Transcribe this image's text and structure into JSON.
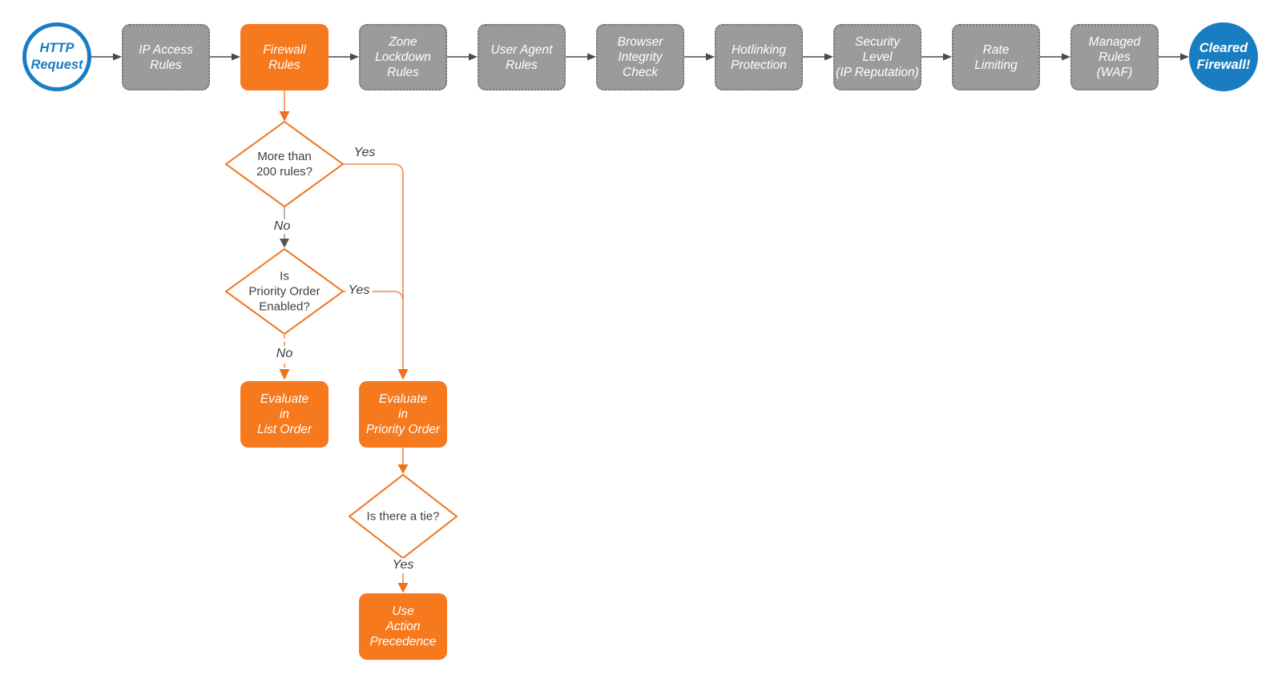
{
  "palette": {
    "orange_fill": "#F6791E",
    "orange_stroke": "#F1701B",
    "orange_line": "#F4884B",
    "gray_box": "#9B9B9B",
    "blue": "#187DC1",
    "arrow_gray": "#4A4A4A",
    "text_dark": "#3E3E3E"
  },
  "pipeline": {
    "start_label": "HTTP\nRequest",
    "stages": [
      {
        "label": "IP Access\nRules"
      },
      {
        "label": "Firewall\nRules"
      },
      {
        "label": "Zone\nLockdown\nRules"
      },
      {
        "label": "User Agent\nRules"
      },
      {
        "label": "Browser\nIntegrity\nCheck"
      },
      {
        "label": "Hotlinking\nProtection"
      },
      {
        "label": "Security\nLevel\n(IP Reputation)"
      },
      {
        "label": "Rate\nLimiting"
      },
      {
        "label": "Managed\nRules\n(WAF)"
      }
    ],
    "end_label": "Cleared\nFirewall!"
  },
  "decisions": {
    "more_than_200": {
      "question": "More than\n200 rules?",
      "yes_label": "Yes",
      "no_label": "No"
    },
    "priority_enabled": {
      "question": "Is\nPriority Order\nEnabled?",
      "yes_label": "Yes",
      "no_label": "No"
    },
    "tie": {
      "question": "Is there a tie?",
      "yes_label": "Yes"
    }
  },
  "actions": {
    "evaluate_list": "Evaluate\nin\nList Order",
    "evaluate_priority": "Evaluate\nin\nPriority Order",
    "use_action_precedence": "Use\nAction\nPrecedence"
  }
}
